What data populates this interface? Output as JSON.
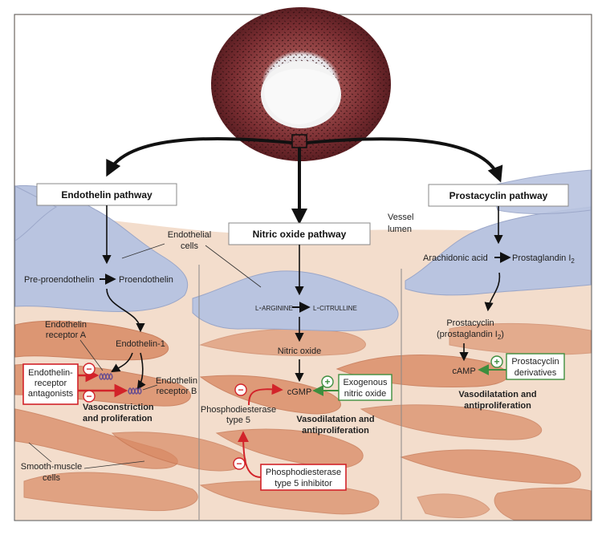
{
  "pathways": {
    "endothelin": "Endothelin pathway",
    "nitric_oxide": "Nitric oxide pathway",
    "prostacyclin": "Prostacyclin pathway"
  },
  "labels": {
    "vessel_lumen_1": "Vessel",
    "vessel_lumen_2": "lumen",
    "endothelial_cells_1": "Endothelial",
    "endothelial_cells_2": "cells",
    "smooth_muscle_1": "Smooth-muscle",
    "smooth_muscle_2": "cells"
  },
  "endothelin": {
    "pre_proendothelin": "Pre-proendothelin",
    "proendothelin": "Proendothelin",
    "endothelin_1": "Endothelin-1",
    "receptor_a_1": "Endothelin",
    "receptor_a_2": "receptor A",
    "receptor_b_1": "Endothelin",
    "receptor_b_2": "receptor B",
    "antagonists_1": "Endothelin-",
    "antagonists_2": "receptor",
    "antagonists_3": "antagonists",
    "effect_1": "Vasoconstriction",
    "effect_2": "and proliferation"
  },
  "nitric_oxide": {
    "l_arginine": "l-arginine",
    "l_citrulline": "l-citrulline",
    "nitric_oxide": "Nitric oxide",
    "cgmp": "cGMP",
    "pde5_1": "Phosphodiesterase",
    "pde5_2": "type 5",
    "exogenous_1": "Exogenous",
    "exogenous_2": "nitric oxide",
    "inhibitor_1": "Phosphodiesterase",
    "inhibitor_2": "type 5 inhibitor",
    "effect_1": "Vasodilatation and",
    "effect_2": "antiproliferation"
  },
  "prostacyclin": {
    "arachidonic_acid": "Arachidonic acid",
    "prostaglandin": "Prostaglandin I",
    "prostaglandin_sub": "2",
    "prostacyclin_1": "Prostacyclin",
    "prostacyclin_2": "(prostaglandin I",
    "prostacyclin_2_sub": "2",
    "prostacyclin_2_end": ")",
    "camp": "cAMP",
    "derivatives_1": "Prostacyclin",
    "derivatives_2": "derivatives",
    "effect_1": "Vasodilatation and",
    "effect_2": "antiproliferation"
  },
  "symbols": {
    "minus": "−",
    "plus": "+"
  },
  "colors": {
    "inhibit_red": "#d2232a",
    "stimulate_green": "#3e8e3e",
    "endothelium_blue": "#b9c4e0",
    "smooth_muscle": "#d98a64",
    "tissue_bg": "#f2dccb"
  }
}
